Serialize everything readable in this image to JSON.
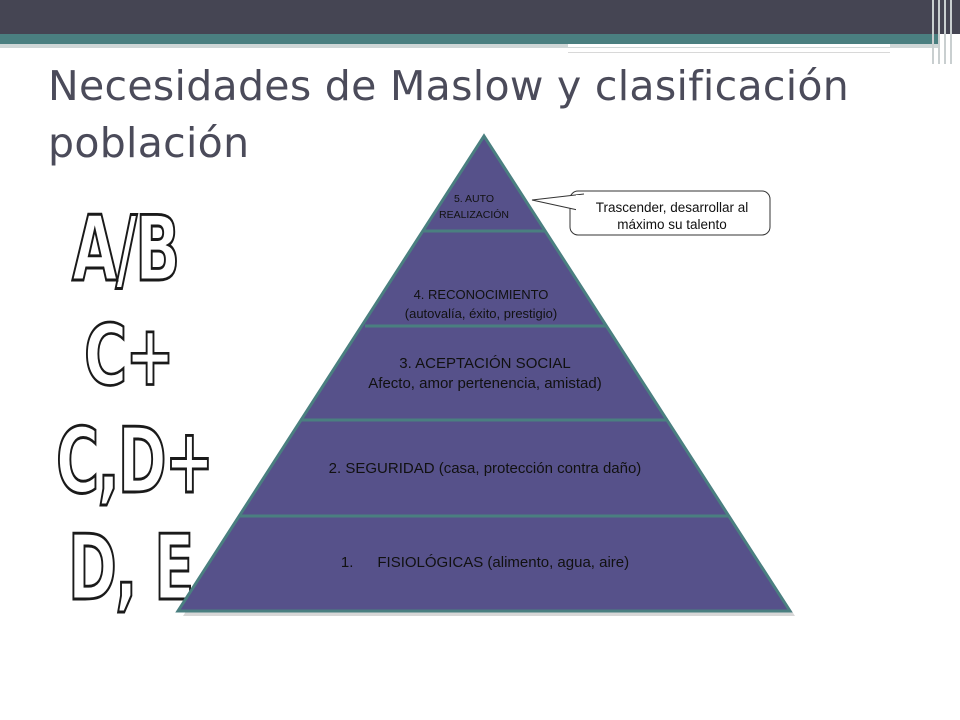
{
  "title": "Necesidades de Maslow y clasificación población",
  "class_labels": [
    "A/B",
    "C+",
    "C,D+",
    "D, E"
  ],
  "pyramid": {
    "levels": [
      {
        "line1": "5. AUTO",
        "line2": "REALIZACIÓN"
      },
      {
        "line1": "4. RECONOCIMIENTO",
        "line2": "(autovalía, éxito, prestigio)"
      },
      {
        "line1": "3. ACEPTACIÓN SOCIAL",
        "line2": "Afecto, amor pertenencia, amistad)"
      },
      {
        "line1": "2. SEGURIDAD (casa, protección contra daño)"
      },
      {
        "number": "1.",
        "text": "FISIOLÓGICAS (alimento, agua, aire)"
      }
    ]
  },
  "callout": {
    "text": "Trascender, desarrollar al máximo su talento"
  },
  "colors": {
    "pyramid_fill": "#56518a",
    "pyramid_border": "#4a7f80",
    "title": "#4b4b5a",
    "top_bar": "#454553",
    "teal_bar": "#4a7f80"
  }
}
